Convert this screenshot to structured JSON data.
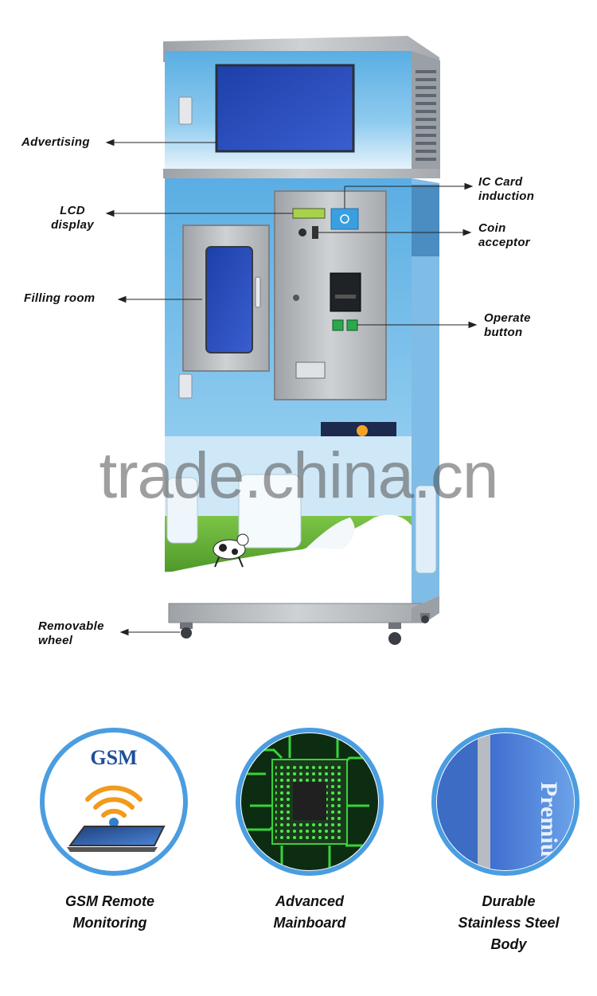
{
  "callouts": {
    "advertising": "Advertising",
    "lcd": [
      "LCD",
      "display"
    ],
    "filling_room": "Filling room",
    "removable_wheel": [
      "Removable",
      "wheel"
    ],
    "ic_card": [
      "IC Card",
      "induction"
    ],
    "coin_acceptor": [
      "Coin",
      "acceptor"
    ],
    "operate_button": [
      "Operate",
      "button"
    ]
  },
  "watermark": "trade.china.cn",
  "features": [
    {
      "lines": [
        "GSM Remote",
        "Monitoring"
      ],
      "icon_text": "GSM",
      "icon": "gsm-wifi-tablet-icon"
    },
    {
      "lines": [
        "Advanced",
        "Mainboard"
      ],
      "icon": "circuit-chip-icon"
    },
    {
      "lines": [
        "Durable",
        "Stainless Steel",
        "Body"
      ],
      "icon_text": "Premiu",
      "icon": "steel-panel-icon"
    }
  ],
  "colors": {
    "machine_blue": "#5fb4e6",
    "steel": "#b9bcc0",
    "circle_border": "#4a9de0",
    "chip_green": "#39d23a",
    "gsm_blue": "#1d4e9a",
    "wifi_orange": "#f19a1c"
  }
}
